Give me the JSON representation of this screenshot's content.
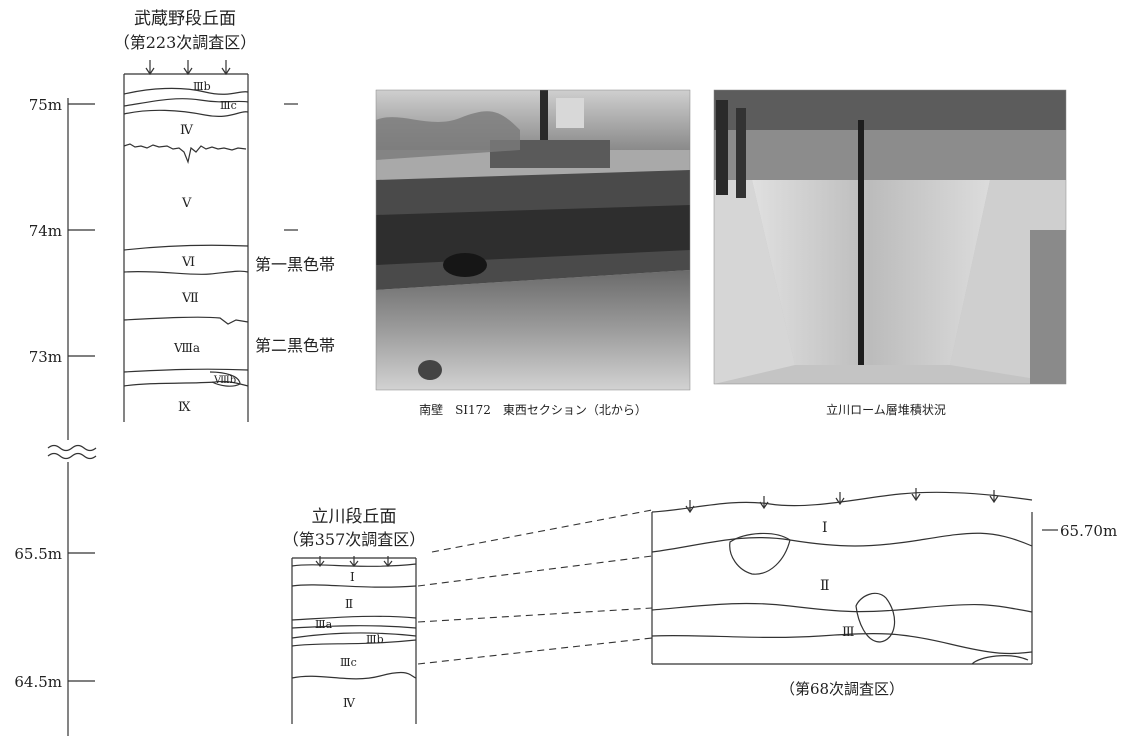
{
  "axis": {
    "ticks": [
      {
        "label": "75m",
        "value": 75
      },
      {
        "label": "74m",
        "value": 74
      },
      {
        "label": "73m",
        "value": 73
      },
      {
        "label": "65.5m",
        "value": 65.5
      },
      {
        "label": "64.5m",
        "value": 64.5
      }
    ]
  },
  "musashino": {
    "title": "武蔵野段丘面",
    "subtitle": "（第223次調査区）",
    "layers": [
      "Ⅲb",
      "Ⅲc",
      "Ⅳ",
      "Ⅴ",
      "Ⅵ",
      "Ⅶ",
      "Ⅷa",
      "Ⅷb",
      "Ⅸ"
    ],
    "black_band_1": "第一黒色帯",
    "black_band_2": "第二黒色帯"
  },
  "tachikawa": {
    "title": "立川段丘面",
    "subtitle": "（第357次調査区）",
    "layers": [
      "Ⅰ",
      "Ⅱ",
      "Ⅲa",
      "Ⅲb",
      "Ⅲc",
      "Ⅳ"
    ]
  },
  "section68": {
    "layers": [
      "Ⅰ",
      "Ⅱ",
      "Ⅲ"
    ],
    "elevation": "65.70m",
    "caption": "（第68次調査区）"
  },
  "photos": [
    {
      "caption": "南壁　SI172　東西セクション（北から）"
    },
    {
      "caption": "立川ローム層堆積状況"
    }
  ]
}
